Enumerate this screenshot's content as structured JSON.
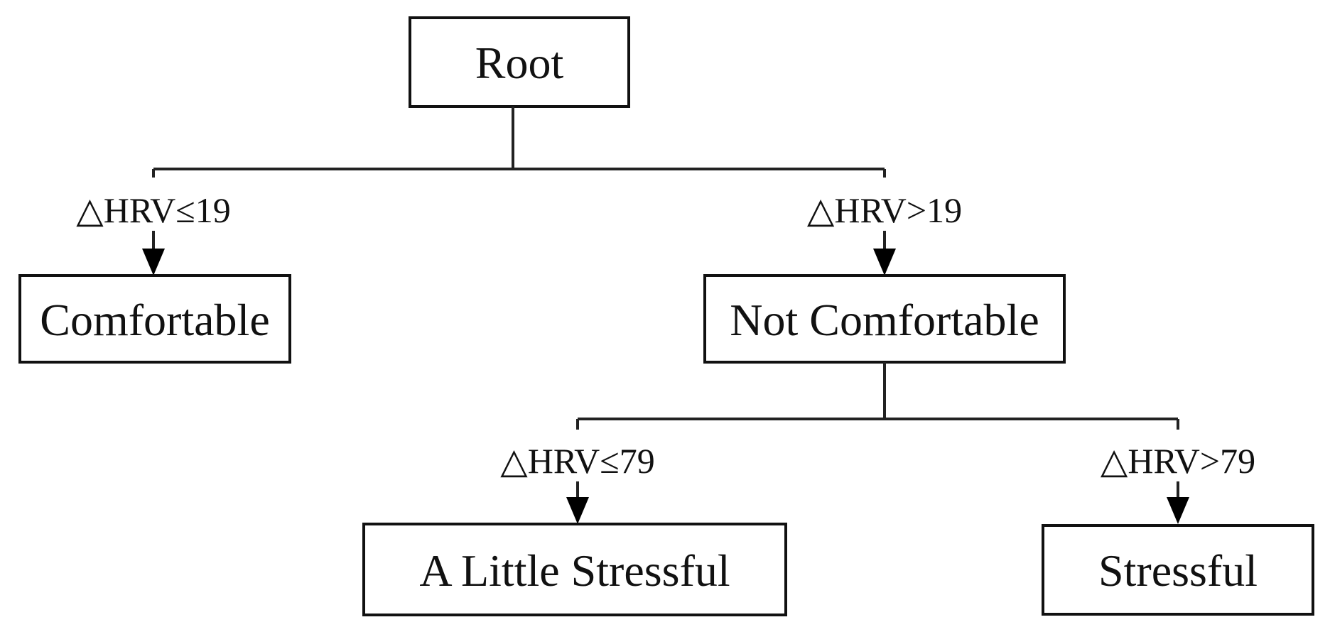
{
  "nodes": {
    "root": "Root",
    "comfortable": "Comfortable",
    "not_comfortable": "Not Comfortable",
    "a_little_stressful": "A Little Stressful",
    "stressful": "Stressful"
  },
  "edges": {
    "root_to_comfortable": "△HRV≤19",
    "root_to_not_comfortable": "△HRV>19",
    "not_comfortable_to_a_little_stressful": "△HRV≤79",
    "not_comfortable_to_stressful": "△HRV>79"
  }
}
